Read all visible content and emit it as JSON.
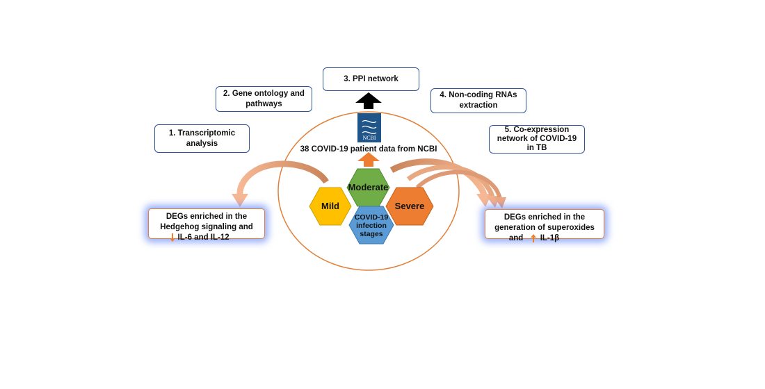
{
  "steps": [
    {
      "label": "1. Transcriptomic analysis"
    },
    {
      "label": "2. Gene ontology and pathways"
    },
    {
      "label": "3. PPI network"
    },
    {
      "label": "4. Non-coding RNAs extraction"
    },
    {
      "label": "5. Co-expression network of COVID-19 in TB"
    }
  ],
  "ncbi_logo_text": "NCBI",
  "center_title": "38 COVID-19 patient data from NCBI",
  "stages": {
    "moderate": "Moderate",
    "mild": "Mild",
    "severe": "Severe",
    "center_line1": "COVID-19",
    "center_line2": "infection",
    "center_line3": "stages"
  },
  "outcomes": {
    "left_line1": "DEGs enriched in the",
    "left_line2": "Hedgehog signaling and",
    "left_line3": "IL-6 and IL-12",
    "right_line1": "DEGs enriched in the",
    "right_line2": "generation of superoxides",
    "right_line3_a": "and",
    "right_line3_b": "IL-1β"
  },
  "colors": {
    "box_border": "#2f5597",
    "ellipse": "#e0803a",
    "moderate": "#70ad47",
    "mild": "#ffc000",
    "severe": "#ed7d31",
    "center": "#5b9bd5",
    "up_arrow": "#ed7d31",
    "black_arrow": "#000000",
    "glow": "#4a6ef5"
  },
  "icons": {
    "ncbi": "ncbi-logo",
    "down_arrow": "down-arrow-icon",
    "up_arrow": "up-arrow-icon"
  }
}
